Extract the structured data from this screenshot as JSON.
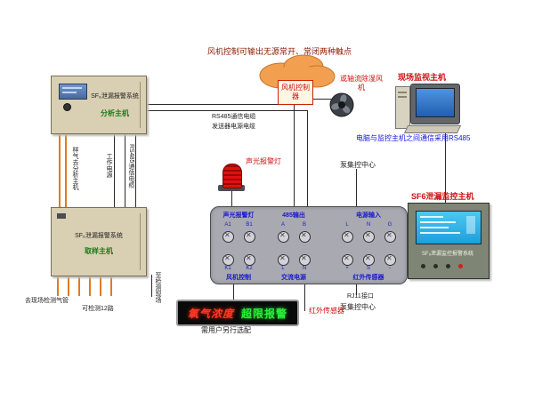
{
  "notes": {
    "fan_contact_note": "风机控制可输出无源常开、常闭两种触点",
    "rs485_note": "电脑与监控主机之间通信采用RS485",
    "optional_note": "需用户另行选配"
  },
  "analysis_host": {
    "system": "SF₆泄漏报警系统",
    "name": "分析主机"
  },
  "sampling_host": {
    "system": "SF₆泄漏报警系统",
    "name": "取样主机"
  },
  "fan": {
    "controller": "风机控制器",
    "axial": "或轴流除湿风机"
  },
  "site_monitor": {
    "title": "现场监视主机"
  },
  "monitor_host": {
    "title": "SF6泄漏监控主机",
    "panel_label": "SF₆泄漏监控报警系统"
  },
  "cables": {
    "rs485": "RS485通信电缆",
    "transmitter_power": "发送器电源电缆",
    "sample_gas": "样气去分析主机",
    "work_power": "工作电源",
    "rs485_vertical": "RS485通信电缆",
    "to_site": "至检测现场"
  },
  "beacon": {
    "label": "声光报警灯"
  },
  "pump_center": {
    "top": "泵集控中心",
    "bottom": "泵集控中心",
    "rj11": "RJ11接口"
  },
  "ir_sensor": {
    "label": "红外传感器"
  },
  "panel": {
    "top_groups": [
      "声光报警灯",
      "485输出",
      "电源输入"
    ],
    "bottom_groups": [
      "风机控制",
      "交流电源",
      "红外传感器"
    ],
    "top_terminals": [
      "A1",
      "B1",
      "A",
      "B",
      "L",
      "N",
      "G"
    ],
    "bottom_terminals": [
      "K1",
      "K2",
      "L",
      "N",
      "+",
      "S",
      "-"
    ]
  },
  "led_display": {
    "red_text": "氧气浓度",
    "green_text": "超限报警"
  },
  "tubes": {
    "to_site": "去现场检测气管",
    "channels": "可检测12路"
  },
  "colors": {
    "accent_red": "#cc1111",
    "label_blue": "#1a1acc",
    "tube_orange": "#e07b1f"
  }
}
